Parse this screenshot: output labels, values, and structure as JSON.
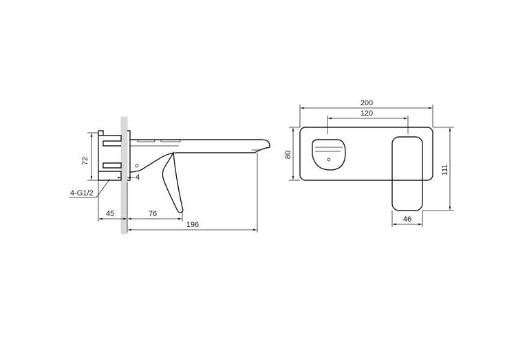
{
  "side_view": {
    "dimensions": {
      "height_72": "72",
      "offset_4": "4",
      "connection": "4-G1/2",
      "depth_45": "45",
      "lever_76": "76",
      "spout_196": "196"
    }
  },
  "front_view": {
    "dimensions": {
      "width_200": "200",
      "width_120": "120",
      "height_80": "80",
      "height_111": "111",
      "width_46": "46"
    }
  }
}
